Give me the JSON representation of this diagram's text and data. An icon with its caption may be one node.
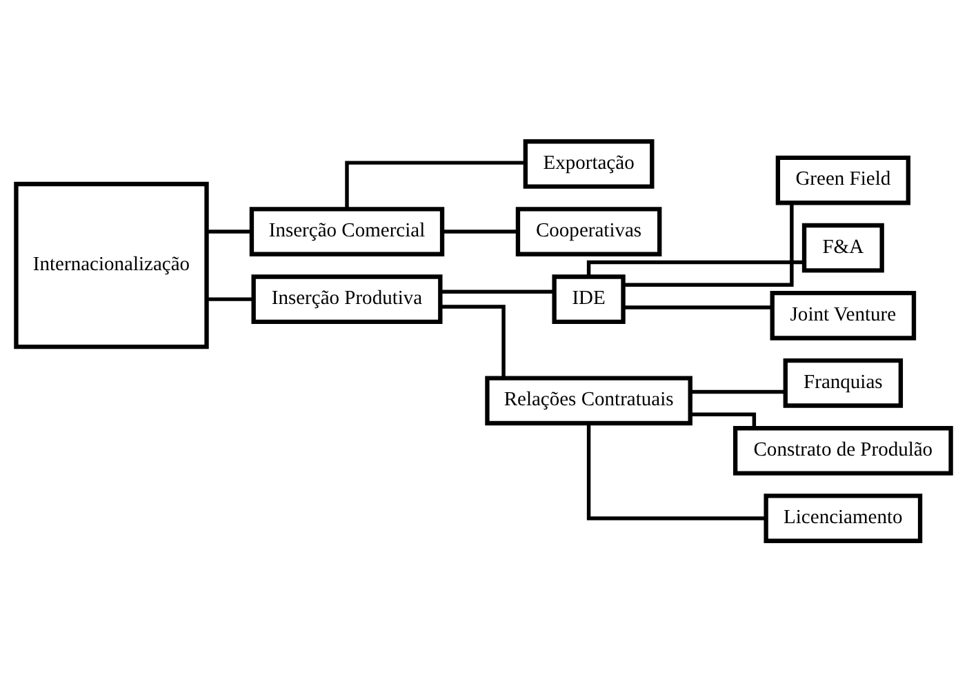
{
  "diagram": {
    "nodes": [
      {
        "text": [
          "Internacionalização"
        ]
      },
      {
        "text": [
          "Inserção Comercial"
        ]
      },
      {
        "text": [
          "Exportação"
        ]
      },
      {
        "text": [
          "Cooperativas"
        ]
      },
      {
        "text": [
          "Inserção Produtiva"
        ]
      },
      {
        "text": [
          "IDE"
        ]
      },
      {
        "text": [
          "Green Field"
        ]
      },
      {
        "text": [
          "F&A"
        ]
      },
      {
        "text": [
          "Joint Venture"
        ]
      },
      {
        "text": [
          "Relações Contratuais"
        ]
      },
      {
        "text": [
          "Franquias"
        ]
      },
      {
        "text": [
          "Constrato de Produlão"
        ]
      },
      {
        "text": [
          "Licenciamento"
        ]
      }
    ],
    "edges": [
      {
        "from": 0,
        "to": 1,
        "arrow": "none"
      },
      {
        "from": 0,
        "to": 4,
        "arrow": "none"
      },
      {
        "from": 1,
        "to": 2,
        "arrow": "none"
      },
      {
        "from": 1,
        "to": 3,
        "arrow": "none"
      },
      {
        "from": 4,
        "to": 5,
        "arrow": "none"
      },
      {
        "from": 4,
        "to": 9,
        "arrow": "none"
      },
      {
        "from": 5,
        "to": 6,
        "arrow": "none"
      },
      {
        "from": 5,
        "to": 7,
        "arrow": "none"
      },
      {
        "from": 5,
        "to": 8,
        "arrow": "none"
      },
      {
        "from": 9,
        "to": 10,
        "arrow": "none"
      },
      {
        "from": 9,
        "to": 11,
        "arrow": "none"
      },
      {
        "from": 9,
        "to": 12,
        "arrow": "none"
      }
    ]
  }
}
